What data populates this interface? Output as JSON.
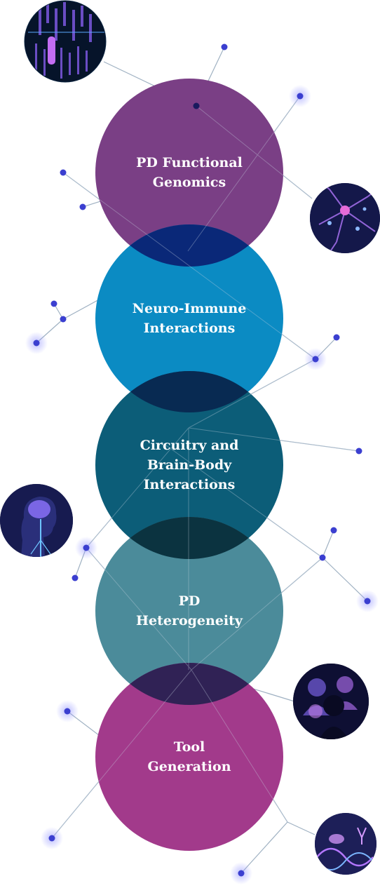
{
  "colors": {
    "genomics": "#7a3f85",
    "neuro_immune": "#0b8bc3",
    "circuitry": "#0c5d78",
    "heterogeneity": "#4b8b9a",
    "tool_generation": "#a23a8b",
    "overlap_1": "#0a2878",
    "overlap_2": "#082a52",
    "overlap_3": "#0b3340",
    "overlap_4": "#302255",
    "node": "#3b3fd0",
    "connector": "#8fa4b8"
  },
  "topics": [
    {
      "label": "PD Functional\nGenomics",
      "icon": "dna-sequencing-icon"
    },
    {
      "label": "Neuro-Immune\nInteractions",
      "icon": "neuron-icon"
    },
    {
      "label": "Circuitry and\nBrain-Body\nInteractions",
      "icon": "brain-body-icon"
    },
    {
      "label": "PD\nHeterogeneity",
      "icon": "people-profiles-icon"
    },
    {
      "label": "Tool\nGeneration",
      "icon": "lab-mouse-dna-icon"
    }
  ]
}
